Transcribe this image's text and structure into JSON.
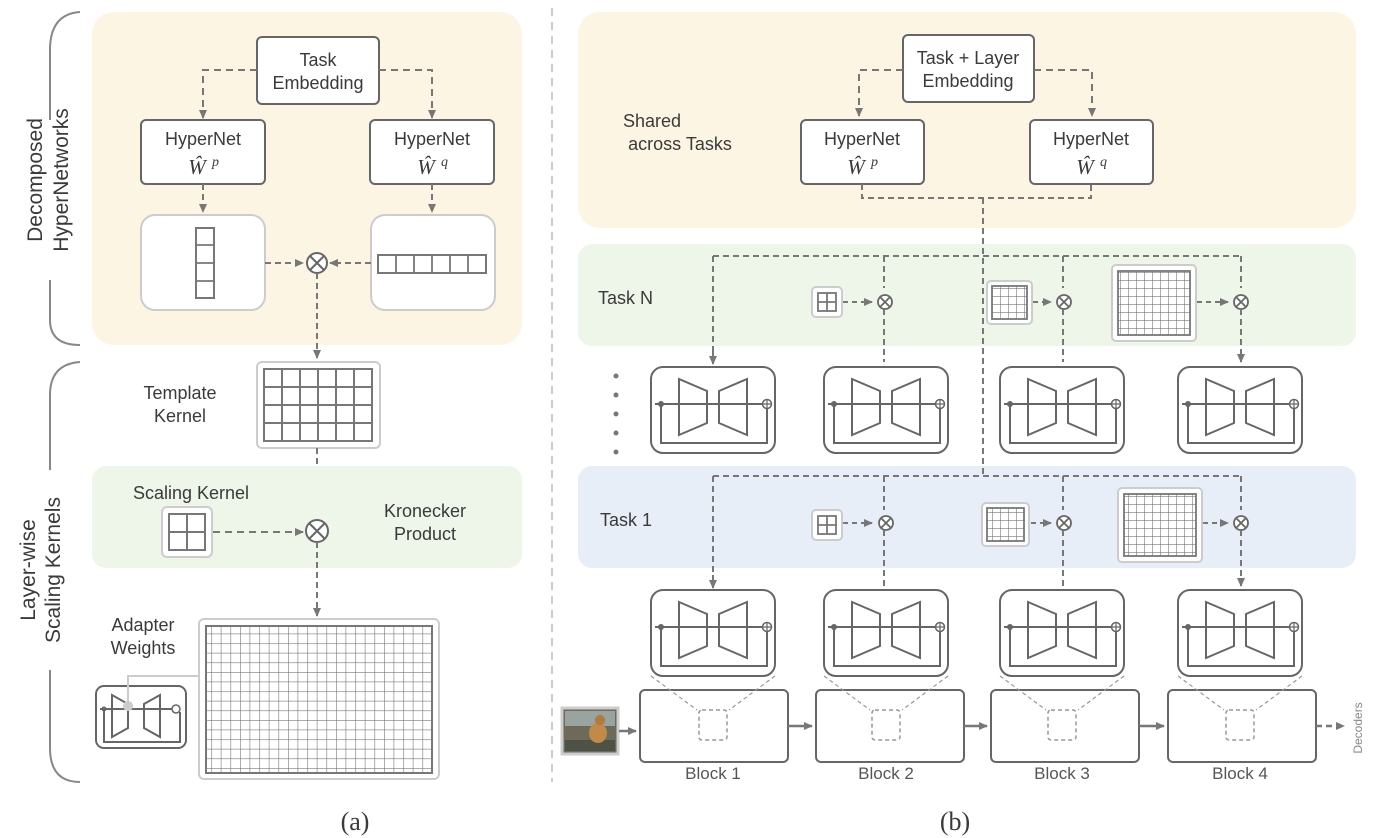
{
  "panel_a": {
    "side_top": [
      "Decomposed",
      "HyperNetworks"
    ],
    "side_bottom": [
      "Layer-wise",
      "Scaling Kernels"
    ],
    "task_embedding": [
      "Task",
      "Embedding"
    ],
    "hypernet_left": {
      "title": "HyperNet",
      "symbol": "Ŵ",
      "sup": "p"
    },
    "hypernet_right": {
      "title": "HyperNet",
      "symbol": "Ŵ",
      "sup": "q"
    },
    "template_kernel": [
      "Template",
      "Kernel"
    ],
    "scaling_kernel": "Scaling Kernel",
    "kronecker": [
      "Kronecker",
      "Product"
    ],
    "adapter_weights": [
      "Adapter",
      "Weights"
    ],
    "caption": "(a)"
  },
  "panel_b": {
    "task_layer_embedding": [
      "Task + Layer",
      "Embedding"
    ],
    "shared": [
      "Shared",
      "across Tasks"
    ],
    "hypernet_left": {
      "title": "HyperNet",
      "symbol": "Ŵ",
      "sup": "p"
    },
    "hypernet_right": {
      "title": "HyperNet",
      "symbol": "Ŵ",
      "sup": "q"
    },
    "task_n": "Task  N",
    "task_1": "Task  1",
    "blocks": [
      "Block 1",
      "Block 2",
      "Block 3",
      "Block 4"
    ],
    "decoders": "Decoders",
    "caption": "(b)"
  },
  "colors": {
    "hypernet_bg": "#fdf5e4",
    "scaling_bg": "#eef5e9",
    "task1_bg": "#e8eef8",
    "stroke": "#666666",
    "dash": "#777777"
  }
}
